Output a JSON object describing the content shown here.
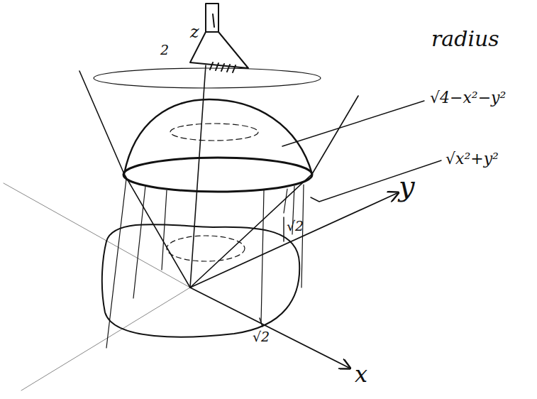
{
  "diagram": {
    "labels": [
      "z",
      "2",
      "radius",
      "√4−x²−y²",
      "√x²+y²",
      "y",
      "√2",
      "√2",
      "x"
    ]
  }
}
